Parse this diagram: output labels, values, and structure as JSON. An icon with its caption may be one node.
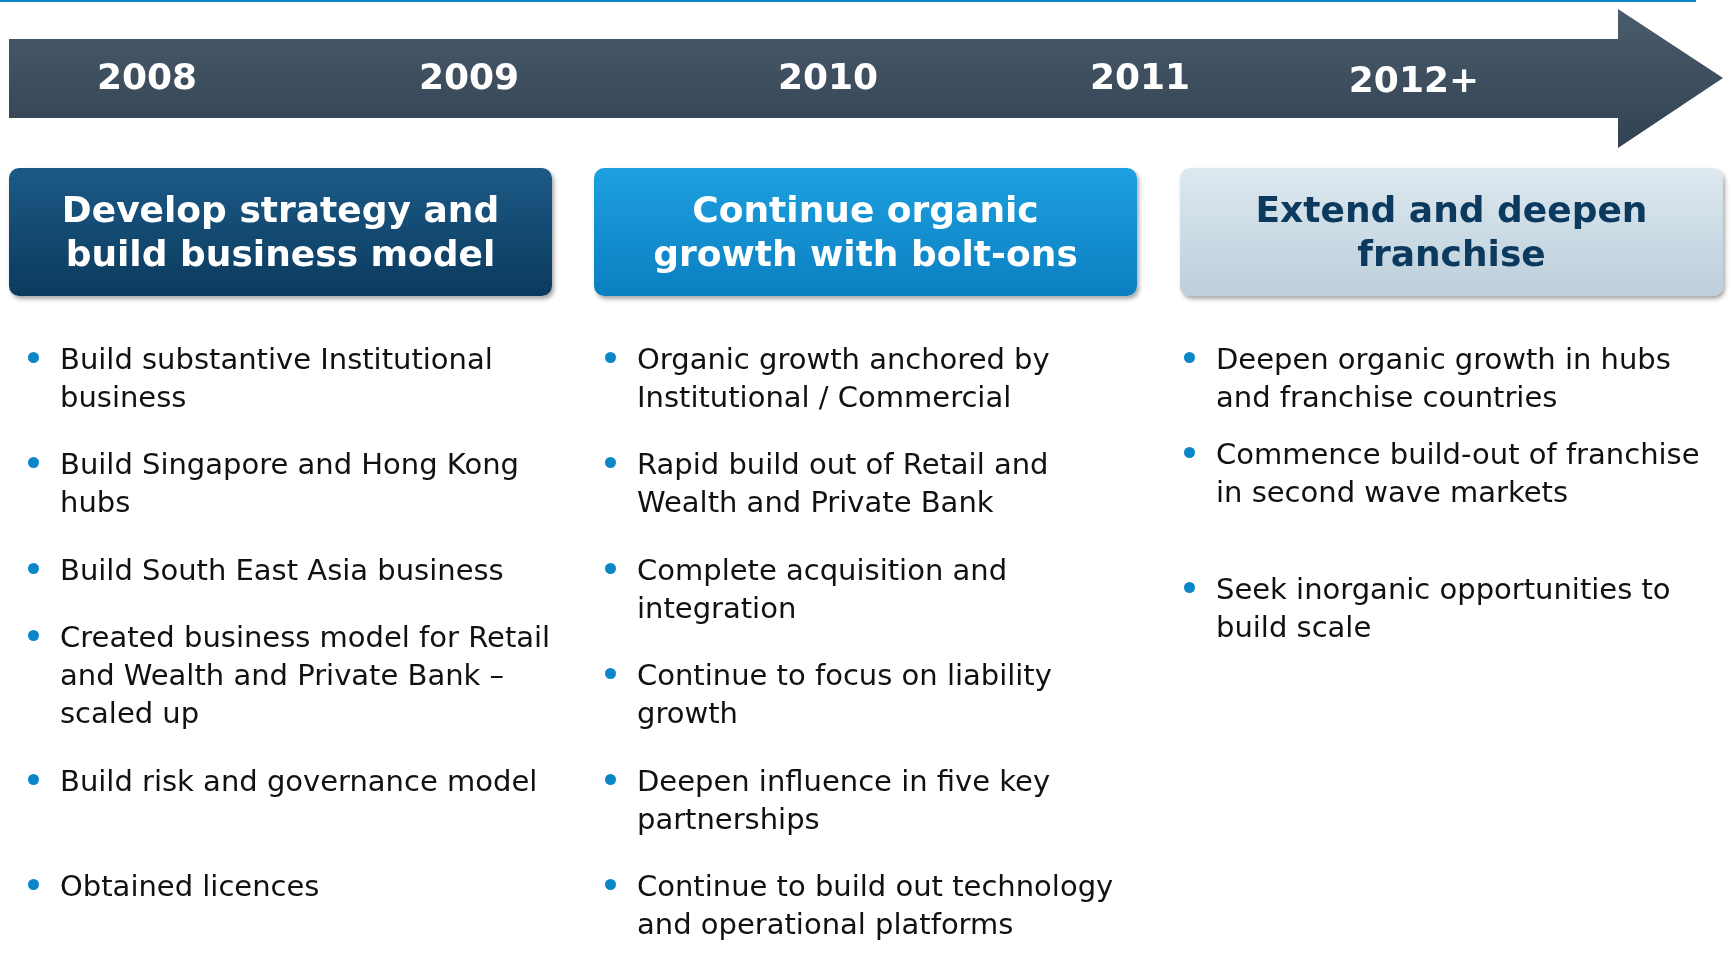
{
  "diagram": {
    "nodes": [
      {
        "text": [
          "2008",
          "2009",
          "2010",
          "2011",
          "2012+"
        ]
      },
      {
        "text": [
          "Develop strategy and build business model"
        ]
      },
      {
        "text": [
          "Continue organic growth with bolt-ons"
        ]
      },
      {
        "text": [
          "Extend and deepen franchise"
        ]
      }
    ],
    "labels": [
      "Build substantive Institutional business",
      "Build Singapore and Hong Kong hubs",
      "Build South East Asia business",
      "Created business model for Retail and Wealth and Private Bank – scaled up",
      "Build risk and governance model",
      "Obtained licences",
      "Organic growth anchored by Institutional / Commercial",
      "Rapid build out of Retail and Wealth and Private Bank",
      "Complete acquisition and integration",
      "Continue to focus on liability growth",
      "Deepen influence in five key partnerships",
      "Continue to build out technology and operational platforms",
      "Deepen organic growth in hubs and franchise countries",
      "Commence build-out of franchise in second wave markets",
      "Seek inorganic opportunities to build scale"
    ]
  }
}
